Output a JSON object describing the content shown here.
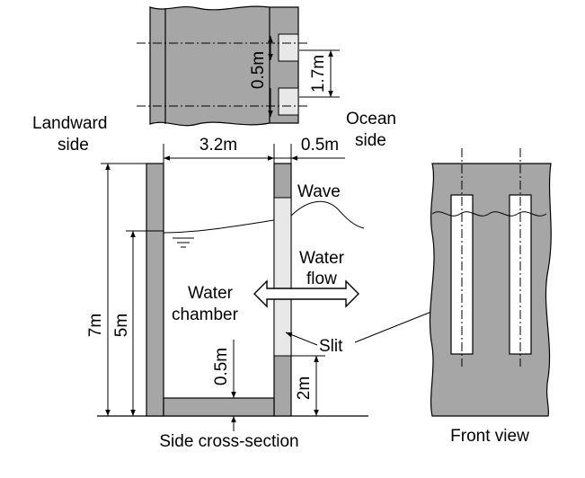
{
  "labels": {
    "landward": [
      "Landward",
      "side"
    ],
    "ocean": [
      "Ocean",
      "side"
    ],
    "wave": "Wave",
    "water_flow": [
      "Water",
      "flow"
    ],
    "water_chamber": [
      "Water",
      "chamber"
    ],
    "slit": "Slit"
  },
  "dimensions": {
    "top_slit_gap": "0.5m",
    "top_slit_span": "1.7m",
    "chamber_width": "3.2m",
    "wall_thickness": "0.5m",
    "total_height": "7m",
    "water_depth": "5m",
    "floor_thickness": "0.5m",
    "slit_bottom_height": "2m"
  },
  "captions": {
    "side": "Side cross-section",
    "front": "Front view"
  },
  "colors": {
    "wall": "#a6a6a6",
    "slit_fill": "#e8e8e8",
    "line": "#000000"
  }
}
